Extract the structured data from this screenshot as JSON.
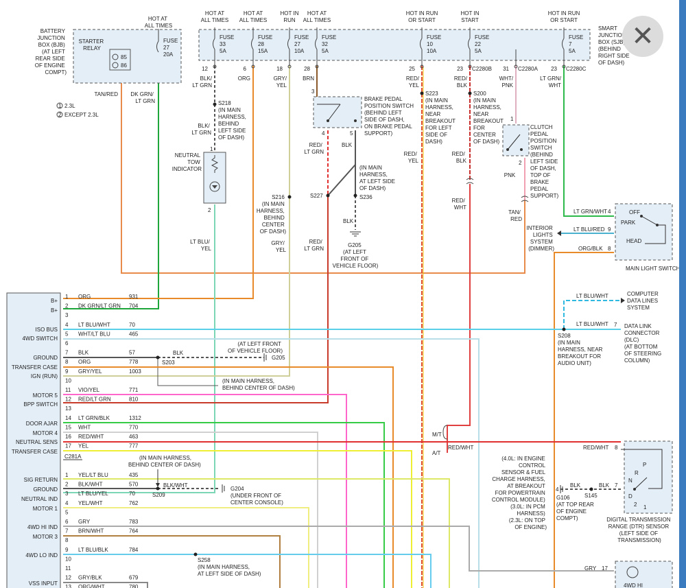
{
  "close_label": "✕",
  "bjb": {
    "title": [
      "BATTERY",
      "JUNCTION",
      "BOX (BJB)",
      "(AT LEFT",
      "REAR SIDE",
      "OF ENGINE",
      "COMPT)"
    ],
    "starter_relay": [
      "STARTER",
      "RELAY"
    ],
    "relay_pins": [
      "85",
      "86"
    ],
    "fuse": [
      "FUSE",
      "27",
      "20A"
    ],
    "hot": [
      "HOT AT",
      "ALL TIMES"
    ]
  },
  "legend": [
    "2.3L",
    "EXCEPT 2.3L"
  ],
  "sjb": {
    "title": [
      "SMART",
      "JUNCTION",
      "BOX (SJB)",
      "(BEHIND",
      "RIGHT SIDE",
      "OF DASH)"
    ],
    "fuses": [
      {
        "hot": [
          "HOT AT",
          "ALL TIMES"
        ],
        "fuse": [
          "FUSE",
          "33",
          "5A"
        ],
        "pin": "12",
        "wire": [
          "BLK/",
          "LT GRN"
        ]
      },
      {
        "hot": [
          "HOT AT",
          "ALL TIMES"
        ],
        "fuse": [
          "FUSE",
          "28",
          "15A"
        ],
        "pin": "6",
        "wire": [
          "ORG"
        ]
      },
      {
        "hot": [
          "HOT IN",
          "RUN"
        ],
        "fuse": [
          "FUSE",
          "27",
          "10A"
        ],
        "pin": "18",
        "wire": [
          "GRY/",
          "YEL"
        ]
      },
      {
        "hot": [
          "HOT AT",
          "ALL TIMES"
        ],
        "fuse": [
          "FUSE",
          "32",
          "5A"
        ],
        "pin": "28",
        "wire": [
          "BRN"
        ]
      },
      {
        "hot": [
          "HOT IN RUN",
          "OR START"
        ],
        "fuse": [
          "FUSE",
          "10",
          "10A"
        ],
        "pin": "25",
        "wire": [
          "RED/",
          "YEL"
        ]
      },
      {
        "hot": [
          "HOT IN",
          "START"
        ],
        "fuse": [
          "FUSE",
          "22",
          "5A"
        ],
        "pin": "23",
        "wire": [
          "RED/",
          "BLK"
        ],
        "conn": "C2280B"
      },
      {
        "hot": [
          "",
          ""
        ],
        "fuse": [
          "",
          "",
          ""
        ],
        "pin": "31",
        "wire": [
          "WHT/",
          "PNK"
        ],
        "conn": "C2280A"
      },
      {
        "hot": [
          "HOT IN RUN",
          "OR START"
        ],
        "fuse": [
          "FUSE",
          "7",
          "5A"
        ],
        "pin": "23",
        "wire": [
          "LT GRN/",
          "WHT"
        ],
        "conn": "C2280C"
      }
    ]
  },
  "wires_top": {
    "tanred": "TAN/RED",
    "dkgrn": [
      "DK GRN/",
      "LT GRN"
    ],
    "blkltgrn2": [
      "BLK/",
      "LT GRN"
    ],
    "ltbluyel": [
      "LT BLU/",
      "YEL"
    ],
    "gryyel2": [
      "GRY/",
      "YEL"
    ],
    "redltgrn": [
      "RED/",
      "LT GRN"
    ],
    "redltgrn2": [
      "RED/",
      "LT GRN"
    ],
    "blk1": "BLK",
    "blk2": "BLK",
    "redyel2": [
      "RED/",
      "YEL"
    ],
    "redblk2": [
      "RED/",
      "BLK"
    ],
    "redwht": [
      "RED/",
      "WHT"
    ],
    "pnk": "PNK",
    "tanred2": [
      "TAN/",
      "RED"
    ]
  },
  "splices": {
    "s218": [
      "S218",
      "(IN MAIN",
      "HARNESS,",
      "BEHIND",
      "LEFT SIDE",
      "OF DASH)"
    ],
    "s223": [
      "S223",
      "(IN MAIN",
      "HARNESS,",
      "NEAR",
      "BREAKOUT",
      "FOR LEFT",
      "SIDE OF",
      "DASH)"
    ],
    "s200": [
      "S200",
      "(IN MAIN",
      "HARNESS,",
      "NEAR",
      "BREAKOUT",
      "FOR",
      "CENTER",
      "OF DASH)"
    ],
    "s216": [
      "S216",
      "(IN MAIN",
      "HARNESS,",
      "BEHIND",
      "CENTER",
      "OF DASH)"
    ],
    "s227": "S227",
    "s236": "S236",
    "s236note": [
      "(IN MAIN",
      "HARNESS,",
      "AT LEFT SIDE",
      "OF DASH)"
    ],
    "g205": [
      "G205",
      "(AT LEFT",
      "FRONT OF",
      "VEHICLE FLOOR)"
    ]
  },
  "components": {
    "neutral_tow": [
      "NEUTRAL",
      "TOW",
      "INDICATOR"
    ],
    "brake_switch": [
      "BRAKE PEDAL",
      "POSITION SWITCH",
      "(BEHIND LEFT",
      "SIDE OF DASH,",
      "ON BRAKE PEDAL",
      "SUPPORT)"
    ],
    "clutch_switch": [
      "CLUTCH",
      "PEDAL",
      "POSITION",
      "SWITCH",
      "(BEHIND",
      "LEFT SIDE",
      "OF DASH,",
      "TOP OF",
      "BRAKE",
      "PEDAL",
      "SUPPORT)"
    ],
    "interior_lights": [
      "INTERIOR",
      "LIGHTS",
      "SYSTEM",
      "(DIMMER)"
    ],
    "main_light_switch": "MAIN LIGHT SWITCH",
    "mls_positions": [
      "OFF",
      "PARK",
      "HEAD"
    ],
    "mls_wires": [
      {
        "wire": "LT GRN/WHT",
        "pin": "4"
      },
      {
        "wire": "LT BLU/RED",
        "pin": "9"
      },
      {
        "wire": "ORG/BLK",
        "pin": "8"
      }
    ],
    "computer_data": [
      "COMPUTER",
      "DATA LINES",
      "SYSTEM"
    ],
    "dlc": [
      "DATA LINK",
      "CONNECTOR",
      "(DLC)",
      "(AT BOTTOM",
      "OF STEERING",
      "COLUMN)"
    ],
    "dlc_wire1": "LT BLU/WHT",
    "dlc_wire2": "LT BLU/WHT",
    "dlc_pin": "7",
    "s208": [
      "S208",
      "(IN MAIN",
      "HARNESS, NEAR",
      "BREAKOUT FOR",
      "AUDIO UNIT)"
    ],
    "dtr_title": [
      "DIGITAL TRANSMISSION",
      "RANGE (DTR) SENSOR",
      "(LEFT SIDE OF",
      "TRANSMISSION)"
    ],
    "dtr_positions": [
      "P",
      "R",
      "N",
      "D",
      "2",
      "1"
    ],
    "dtr_wire": {
      "wire": "RED/WHT",
      "pin": "8"
    },
    "dtr_blk": {
      "wire": "BLK",
      "pin": "7"
    },
    "g106": [
      "G106",
      "(AT TOP REAR",
      "OF ENGINE",
      "COMPT)"
    ],
    "s145": "S145",
    "g106_pin": "4",
    "g106_blk": "BLK",
    "ground_note": [
      "(4.0L: IN ENGINE",
      "CONTROL",
      "SENSOR & FUEL",
      "CHARGE HARNESS,",
      "AT BREAKOUT",
      "FOR POWERTRAIN",
      "CONTROL MODULE)",
      "(3.0L: IN PCM",
      "HARNESS)",
      "(2.3L: ON TOP",
      "OF ENGINE)"
    ],
    "mt_at": [
      "M/T",
      "A/T"
    ],
    "redwht_label": "RED/WHT",
    "gry_pin": {
      "wire": "GRY",
      "pin": "17"
    },
    "wd4_label": "4WD HI"
  },
  "module": {
    "labels1": [
      "B+",
      "B+",
      "ISO BUS",
      "4WD SWITCH",
      "GROUND",
      "TRANSFER CASE",
      "IGN (RUN)",
      "MOTOR 5",
      "BPP SWITCH",
      "DOOR AJAR",
      "MOTOR 4",
      "NEUTRAL SENS",
      "TRANSFER CASE"
    ],
    "pins1": [
      {
        "pin": "1",
        "color": "ORG",
        "circuit": "931"
      },
      {
        "pin": "2",
        "color": "DK GRN/LT GRN",
        "circuit": "704"
      },
      {
        "pin": "3",
        "color": "",
        "circuit": ""
      },
      {
        "pin": "4",
        "color": "LT BLU/WHT",
        "circuit": "70"
      },
      {
        "pin": "5",
        "color": "WHT/LT BLU",
        "circuit": "465"
      },
      {
        "pin": "6",
        "color": "",
        "circuit": ""
      },
      {
        "pin": "7",
        "color": "BLK",
        "circuit": "57"
      },
      {
        "pin": "8",
        "color": "ORG",
        "circuit": "778"
      },
      {
        "pin": "9",
        "color": "GRY/YEL",
        "circuit": "1003"
      },
      {
        "pin": "10",
        "color": "",
        "circuit": ""
      },
      {
        "pin": "11",
        "color": "VIO/YEL",
        "circuit": "771"
      },
      {
        "pin": "12",
        "color": "RED/LT GRN",
        "circuit": "810"
      },
      {
        "pin": "13",
        "color": "",
        "circuit": ""
      },
      {
        "pin": "14",
        "color": "LT GRN/BLK",
        "circuit": "1312"
      },
      {
        "pin": "15",
        "color": "WHT",
        "circuit": "770"
      },
      {
        "pin": "16",
        "color": "RED/WHT",
        "circuit": "463"
      },
      {
        "pin": "17",
        "color": "YEL",
        "circuit": "777"
      }
    ],
    "conn1": "C281A",
    "labels2": [
      "SIG RETURN",
      "GROUND",
      "NEUTRAL IND",
      "MOTOR 1",
      "4WD HI IND",
      "MOTOR 3",
      "4WD LO IND",
      "VSS INPUT"
    ],
    "pins2": [
      {
        "pin": "1",
        "color": "YEL/LT BLU",
        "circuit": "435"
      },
      {
        "pin": "2",
        "color": "BLK/WHT",
        "circuit": "570"
      },
      {
        "pin": "3",
        "color": "LT BLU/YEL",
        "circuit": "70"
      },
      {
        "pin": "4",
        "color": "YEL/WHT",
        "circuit": "762"
      },
      {
        "pin": "5",
        "color": "",
        "circuit": ""
      },
      {
        "pin": "6",
        "color": "GRY",
        "circuit": "783"
      },
      {
        "pin": "7",
        "color": "BRN/WHT",
        "circuit": "764"
      },
      {
        "pin": "8",
        "color": "",
        "circuit": ""
      },
      {
        "pin": "9",
        "color": "LT BLU/BLK",
        "circuit": "784"
      },
      {
        "pin": "10",
        "color": "",
        "circuit": ""
      },
      {
        "pin": "11",
        "color": "",
        "circuit": ""
      },
      {
        "pin": "12",
        "color": "GRY/BLK",
        "circuit": "679"
      },
      {
        "pin": "13",
        "color": "ORG/WHT",
        "circuit": "780"
      }
    ]
  },
  "notes": {
    "g205_note": [
      "(AT LEFT FRONT",
      "OF VEHICLE FLOOR)"
    ],
    "g205": "G205",
    "s203": "S203",
    "blk_s203": "BLK",
    "main_center": [
      "(IN MAIN HARNESS,",
      "BEHIND CENTER OF DASH)"
    ],
    "main_center2": [
      "(IN MAIN HARNESS,",
      "BEHIND CENTER OF DASH)"
    ],
    "s209": "S209",
    "blkwht": "BLK/WHT",
    "g204": [
      "G204",
      "(UNDER FRONT OF",
      "CENTER CONSOLE)"
    ],
    "s258": [
      "S258",
      "(IN MAIN HARNESS,",
      "AT LEFT SIDE OF DASH)"
    ]
  }
}
